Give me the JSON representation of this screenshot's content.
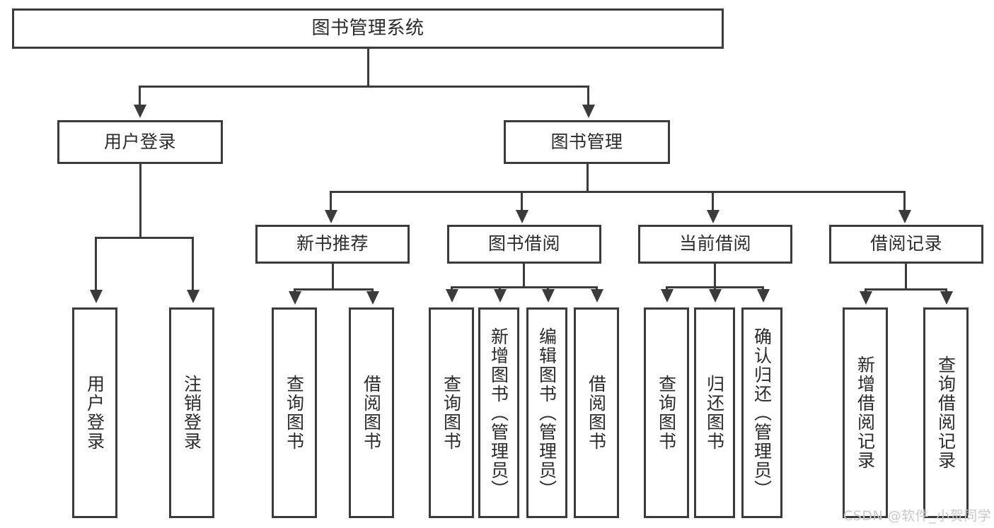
{
  "diagram": {
    "type": "tree-hierarchy",
    "title": "图书管理系统",
    "root": {
      "label": "图书管理系统"
    },
    "level2": [
      {
        "label": "用户登录"
      },
      {
        "label": "图书管理"
      }
    ],
    "level3": [
      {
        "label": "新书推荐"
      },
      {
        "label": "图书借阅"
      },
      {
        "label": "当前借阅"
      },
      {
        "label": "借阅记录"
      }
    ],
    "leaves": {
      "user_login": [
        {
          "label": "用户登录"
        },
        {
          "label": "注销登录"
        }
      ],
      "new_book_recommend": [
        {
          "label": "查询图书"
        },
        {
          "label": "借阅图书"
        }
      ],
      "book_borrow": [
        {
          "label": "查询图书"
        },
        {
          "label": "新增图书（管理员）"
        },
        {
          "label": "编辑图书（管理员）"
        },
        {
          "label": "借阅图书"
        }
      ],
      "current_borrow": [
        {
          "label": "查询图书"
        },
        {
          "label": "归还图书"
        },
        {
          "label": "确认归还（管理员）"
        }
      ],
      "borrow_record": [
        {
          "label": "新增借阅记录"
        },
        {
          "label": "查询借阅记录"
        }
      ]
    }
  },
  "watermark": {
    "text": "CSDN @软件_小贺同学"
  },
  "colors": {
    "stroke": "#3b3b3b",
    "background": "#ffffff",
    "text": "#2b2b2b",
    "watermark": "#c9c9c9"
  }
}
